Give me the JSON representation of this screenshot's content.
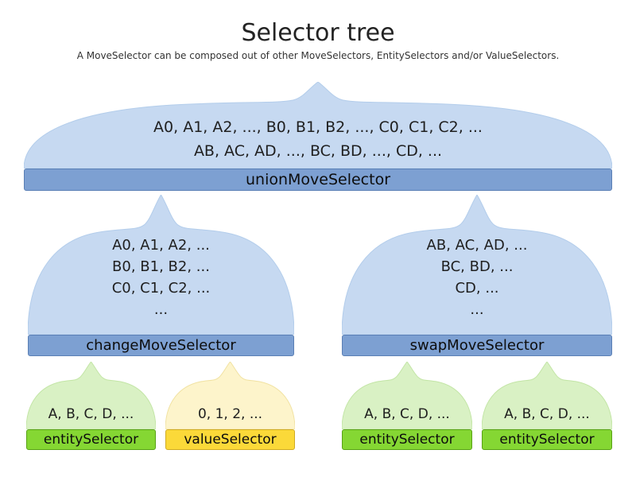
{
  "title": "Selector tree",
  "subtitle": "A MoveSelector can be composed out of other MoveSelectors, EntitySelectors and/or ValueSelectors.",
  "colors": {
    "arch_blue": "#c6d9f1",
    "bar_blue": "#7da0d2",
    "arch_green": "#d9f1c4",
    "bar_green": "#85d733",
    "arch_yellow": "#fdf4cb",
    "bar_yellow": "#fbd939",
    "text": "#1f1f1f"
  },
  "nodes": {
    "union": {
      "label": "unionMoveSelector",
      "lines": [
        "A0, A1, A2, ..., B0, B1, B2, ..., C0, C1, C2, ...",
        "AB, AC, AD, ..., BC, BD, ..., CD, ..."
      ]
    },
    "change": {
      "label": "changeMoveSelector",
      "lines": [
        "A0, A1, A2, ...",
        "B0, B1, B2, ...",
        "C0, C1, C2, ...",
        "..."
      ]
    },
    "swap": {
      "label": "swapMoveSelector",
      "lines": [
        "AB, AC, AD, ...",
        "BC, BD, ...",
        "CD, ...",
        "..."
      ]
    },
    "entity_left": {
      "label": "entitySelector",
      "lines": [
        "A, B, C, D, ..."
      ]
    },
    "value_left": {
      "label": "valueSelector",
      "lines": [
        "0, 1, 2, ..."
      ]
    },
    "entity_mid": {
      "label": "entitySelector",
      "lines": [
        "A, B, C, D, ..."
      ]
    },
    "entity_right": {
      "label": "entitySelector",
      "lines": [
        "A, B, C, D, ..."
      ]
    }
  }
}
